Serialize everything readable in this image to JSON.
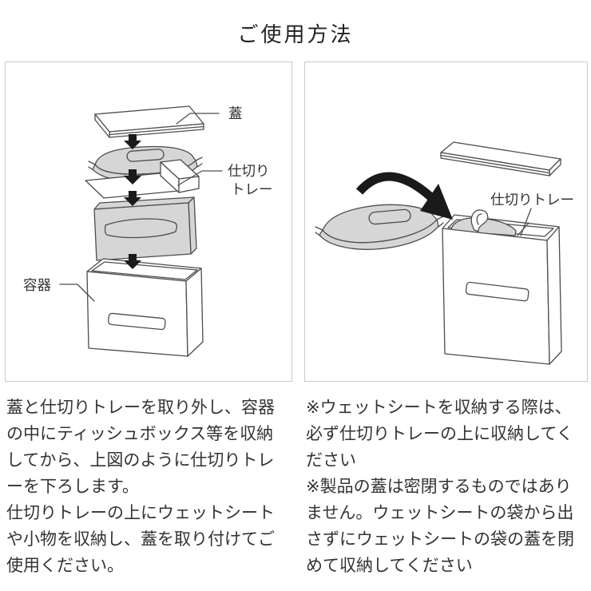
{
  "title": "ご使用方法",
  "left_panel": {
    "label_lid": "蓋",
    "label_tray_line1": "仕切り",
    "label_tray_line2": "トレー",
    "label_container": "容器",
    "caption_paragraph1": "蓋と仕切りトレーを取り外し、容器の中にティッシュボックス等を収納してから、上図のように仕切りトレーを下ろします。",
    "caption_paragraph2": "仕切りトレーの上にウェットシートや小物を収納し、蓋を取り付けてご使用ください。"
  },
  "right_panel": {
    "label_tray": "仕切りトレー",
    "caption_note1": "※ウェットシートを収納する際は、必ず仕切りトレーの上に収納してください",
    "caption_note2": "※製品の蓋は密閉するものではありません。ウェットシートの袋から出さずにウェットシートの袋の蓋を閉めて収納してください"
  },
  "colors": {
    "outline": "#4d4d4d",
    "gray_fill": "#d6d6d6",
    "panel_border": "#c9c9c9",
    "text": "#333333",
    "arrow": "#1a1a1a"
  }
}
